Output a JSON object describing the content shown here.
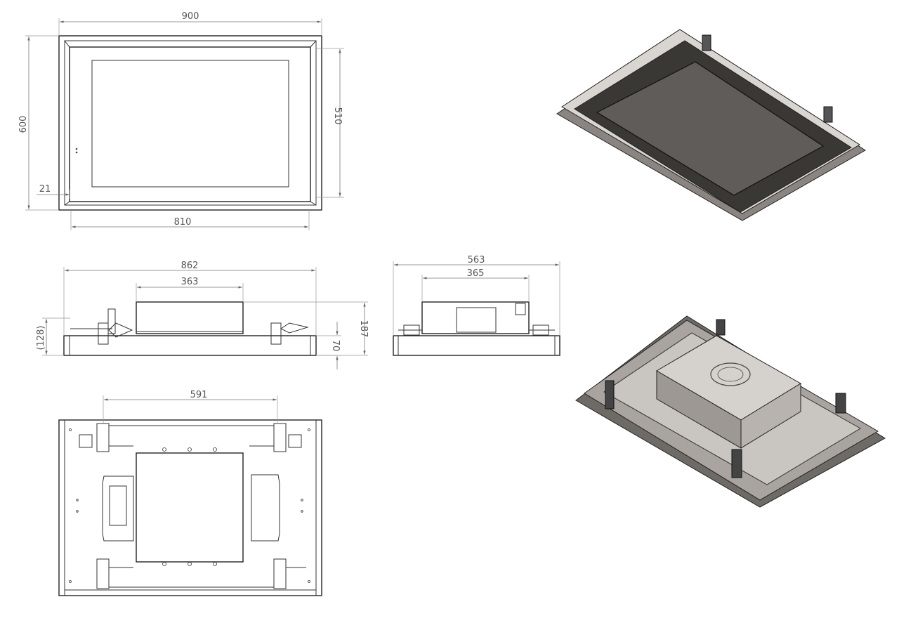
{
  "views": {
    "front": {
      "dims": {
        "overall_width": "900",
        "overall_height": "600",
        "screen_height": "510",
        "screen_width": "810",
        "border": "21"
      }
    },
    "side_long": {
      "dims": {
        "overall_width": "862",
        "box_width": "363",
        "ref_height": "(128)",
        "total_depth": "187",
        "frame_depth": "70"
      }
    },
    "side_short": {
      "dims": {
        "overall_width": "563",
        "box_width": "365"
      }
    },
    "rear": {
      "dims": {
        "bracket_spacing": "591"
      }
    },
    "iso_front": {},
    "iso_rear": {}
  },
  "colors": {
    "line": "#222222",
    "dimension": "#777777",
    "iso_frame": "#8a8580",
    "iso_glass": "#5f5c59",
    "iso_box": "#b8b3ae"
  }
}
